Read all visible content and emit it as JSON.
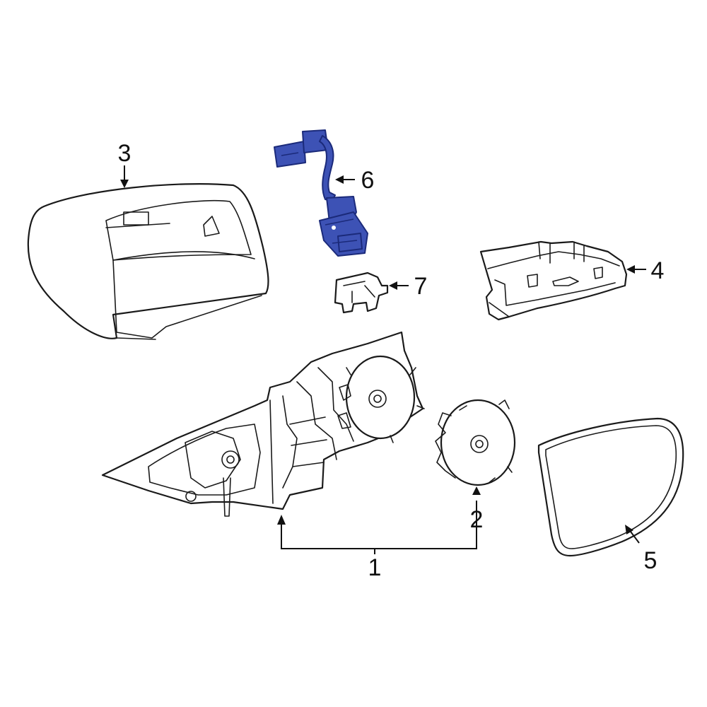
{
  "diagram": {
    "highlight_color": "#3d52b5",
    "line_color": "#1a1a1a",
    "callouts": [
      {
        "id": "1",
        "label": "1"
      },
      {
        "id": "2",
        "label": "2"
      },
      {
        "id": "3",
        "label": "3"
      },
      {
        "id": "4",
        "label": "4"
      },
      {
        "id": "5",
        "label": "5"
      },
      {
        "id": "6",
        "label": "6"
      },
      {
        "id": "7",
        "label": "7"
      }
    ]
  }
}
